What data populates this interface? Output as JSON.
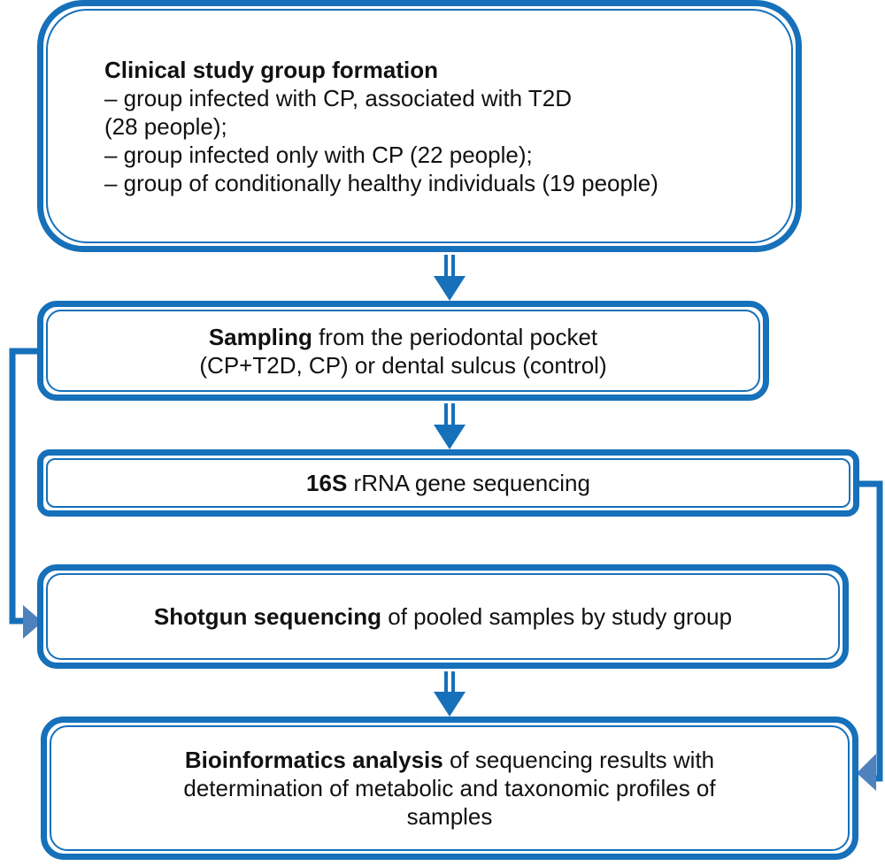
{
  "colors": {
    "border": "#1670BA",
    "arrowhead": "#4F81BD"
  },
  "steps": [
    {
      "title": "Clinical study group formation",
      "lines": [
        "– group infected with CP, associated with T2D",
        "(28 people);",
        "– group infected only with CP (22 people);",
        "– group of conditionally healthy individuals (19 people)"
      ]
    },
    {
      "bold": "Sampling",
      "rest": " from the periodontal pocket",
      "line2": "(CP+T2D, CP) or dental sulcus (control)"
    },
    {
      "bold": "16S",
      "rest": " rRNA gene sequencing"
    },
    {
      "bold": "Shotgun sequencing",
      "rest": " of pooled samples by study group"
    },
    {
      "bold": "Bioinformatics analysis",
      "rest": " of sequencing results with",
      "line2": "determination of metabolic and taxonomic profiles of",
      "line3": "samples"
    }
  ]
}
